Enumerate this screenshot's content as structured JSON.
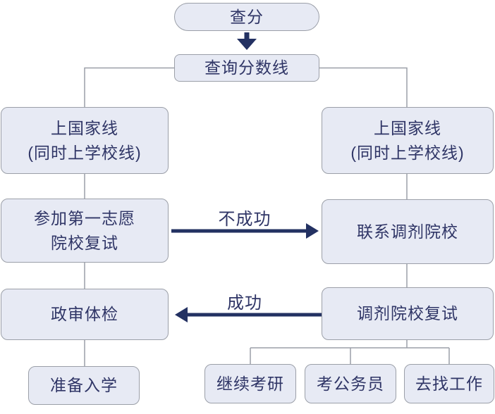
{
  "diagram": {
    "type": "flowchart",
    "language": "zh-CN",
    "colors": {
      "node_fill": "#e7eaf4",
      "node_border": "#9b9fa8",
      "text": "#2f3566",
      "arrow": "#233162",
      "connector": "#9b9fa8",
      "background": "#ffffff"
    },
    "nodes": {
      "check_score": {
        "label": "查分"
      },
      "query_cutoff": {
        "label": "查询分数线"
      },
      "left_pass_line": {
        "line1": "上国家线",
        "line2": "(同时上学校线)"
      },
      "right_pass_line": {
        "line1": "上国家线",
        "line2": "(同时上学校线)"
      },
      "first_choice_retest": {
        "line1": "参加第一志愿",
        "line2": "院校复试"
      },
      "contact_transfer": {
        "label": "联系调剂院校"
      },
      "political_review": {
        "label": "政审体检"
      },
      "transfer_retest": {
        "label": "调剂院校复试"
      },
      "prepare_enroll": {
        "label": "准备入学"
      },
      "continue_exam": {
        "label": "继续考研"
      },
      "civil_service": {
        "label": "考公务员"
      },
      "find_job": {
        "label": "去找工作"
      }
    },
    "edge_labels": {
      "unsuccessful": "不成功",
      "success": "成功"
    }
  }
}
